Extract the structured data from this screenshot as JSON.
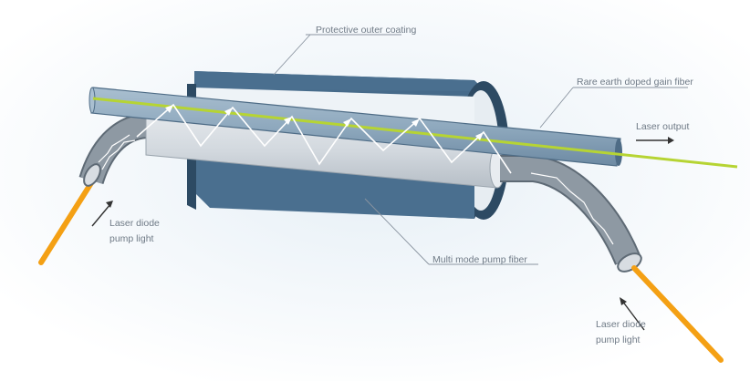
{
  "labels": {
    "protective_outer_coating": "Protective outer coating",
    "rare_earth_doped_gain_fiber": "Rare earth doped gain fiber",
    "laser_output": "Laser output",
    "multi_mode_pump_fiber": "Multi mode pump fiber",
    "laser_diode_left_line1": "Laser diode",
    "laser_diode_left_line2": "pump light",
    "laser_diode_right_line1": "Laser diode",
    "laser_diode_right_line2": "pump light"
  },
  "colors": {
    "background_glow": "#e9f1f7",
    "outer_coating": "#3c5f7d",
    "outer_coating_dark": "#2a4660",
    "inner_cladding": "#eef3f7",
    "gain_fiber": "#8fa9be",
    "gain_fiber_edge": "#4e6c86",
    "pump_fiber": "#c4ccd3",
    "pump_fiber_dark": "#6f7b86",
    "core_green": "#b6d433",
    "pump_light_orange": "#f4a014",
    "label_text": "#6f7a86",
    "arrow": "#333333"
  }
}
